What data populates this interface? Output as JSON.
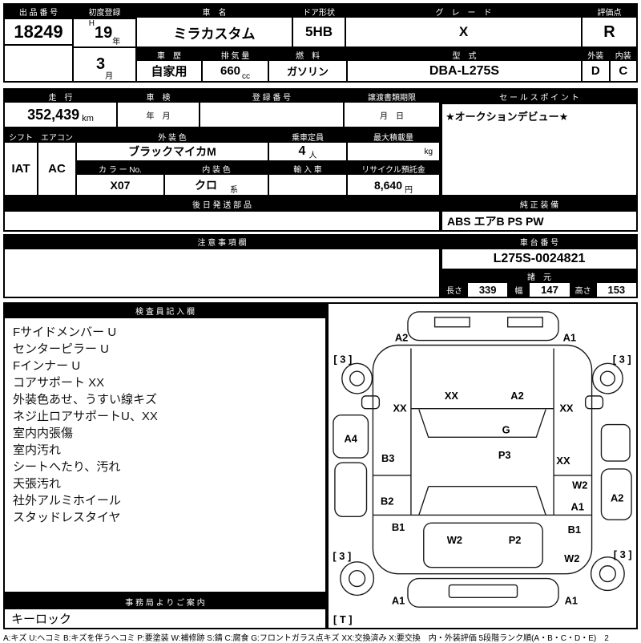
{
  "top": {
    "auction_no": {
      "label": "出 品 番 号",
      "value": "18249"
    },
    "first_reg": {
      "label": "初度登録",
      "era": "H",
      "year": "19",
      "year_suffix": "年",
      "month": "3",
      "month_suffix": "月"
    },
    "car_name": {
      "label": "車　名",
      "value": "ミラカスタム"
    },
    "door": {
      "label": "ドア形状",
      "value": "5HB"
    },
    "grade": {
      "label": "グ　レ　ー　ド",
      "value": "X"
    },
    "score": {
      "label": "評価点",
      "value": "R"
    },
    "history": {
      "label": "車　歴",
      "value": "自家用"
    },
    "displacement": {
      "label": "排 気 量",
      "value": "660",
      "unit": "cc"
    },
    "fuel": {
      "label": "燃　料",
      "value": "ガソリン"
    },
    "model": {
      "label": "型　式",
      "value": "DBA-L275S"
    },
    "exterior": {
      "label": "外装",
      "value": "D"
    },
    "interior": {
      "label": "内装",
      "value": "C"
    }
  },
  "row2": {
    "mileage": {
      "label": "走　行",
      "value": "352,439",
      "unit": "km"
    },
    "inspection": {
      "label": "車　検",
      "value": "年　月"
    },
    "reg_no": {
      "label": "登 録 番 号",
      "value": ""
    },
    "deadline": {
      "label": "譲渡書類期限",
      "value": "月　日"
    }
  },
  "row3": {
    "shift": {
      "label": "シフト",
      "value": "IAT"
    },
    "aircon": {
      "label": "エアコン",
      "value": "AC"
    },
    "ext_color": {
      "label": "外 装 色",
      "value": "ブラックマイカM"
    },
    "capacity": {
      "label": "乗車定員",
      "value": "4",
      "unit": "人"
    },
    "max_load": {
      "label": "最大積載量",
      "value": "",
      "unit": "kg"
    },
    "color_no": {
      "label": "カ ラ ー No.",
      "value": "X07"
    },
    "int_color": {
      "label": "内 装 色",
      "value": "クロ",
      "suffix": "系"
    },
    "import_car": {
      "label": "輸 入 車",
      "value": ""
    },
    "recycle": {
      "label": "リサイクル預託金",
      "value": "8,640",
      "unit": "円"
    }
  },
  "later_parts": {
    "label": "後 日 発 送 部 品",
    "value": ""
  },
  "sales_point": {
    "label": "セ ー ル ス ポ イ ン ト",
    "value": "★オークションデビュー★"
  },
  "genuine": {
    "label": "純 正 装 備",
    "value": "ABS エアB PS PW"
  },
  "notes": {
    "label": "注 意 事 項 欄",
    "value": ""
  },
  "chassis": {
    "label": "車 台 番 号",
    "value": "L275S-0024821"
  },
  "spec": {
    "label": "諸　元",
    "len_label": "長さ",
    "len": "339",
    "wid_label": "幅",
    "wid": "147",
    "hgt_label": "高さ",
    "hgt": "153"
  },
  "inspector": {
    "label": "検 査 員 記 入 欄",
    "lines": [
      "Fサイドメンバー U",
      "センターピラー U",
      "Fインナー U",
      "コアサポート XX",
      "外装色あせ、うすい線キズ",
      "ネジ止ロアサポートU、XX",
      "室内内張傷",
      "室内汚れ",
      "シートへたり、汚れ",
      "天張汚れ",
      "社外アルミホイール",
      "スタッドレスタイヤ"
    ]
  },
  "office": {
    "label": "事 務 局 よ り ご 案 内",
    "value": "キーロック"
  },
  "diagram": {
    "labels": [
      "A2",
      "A1",
      "[ 3 ]",
      "[ 3 ]",
      "XX",
      "XX",
      "A2",
      "XX",
      "A4",
      "G",
      "B3",
      "P3",
      "XX",
      "B2",
      "W2",
      "A1",
      "A2",
      "B1",
      "W2",
      "P2",
      "B1",
      "W2",
      "[ 3 ]",
      "[ 3 ]",
      "A1",
      "A1",
      "[ T ]"
    ]
  },
  "legend": "A:キズ U:ヘコミ B:キズを伴うヘコミ P:要塗装 W:補修跡 S:錆 C:腐食 G:フロントガラス点キズ XX:交換済み X:要交換　内・外装評価 5段階ランク順(A・B・C・D・E)　2"
}
